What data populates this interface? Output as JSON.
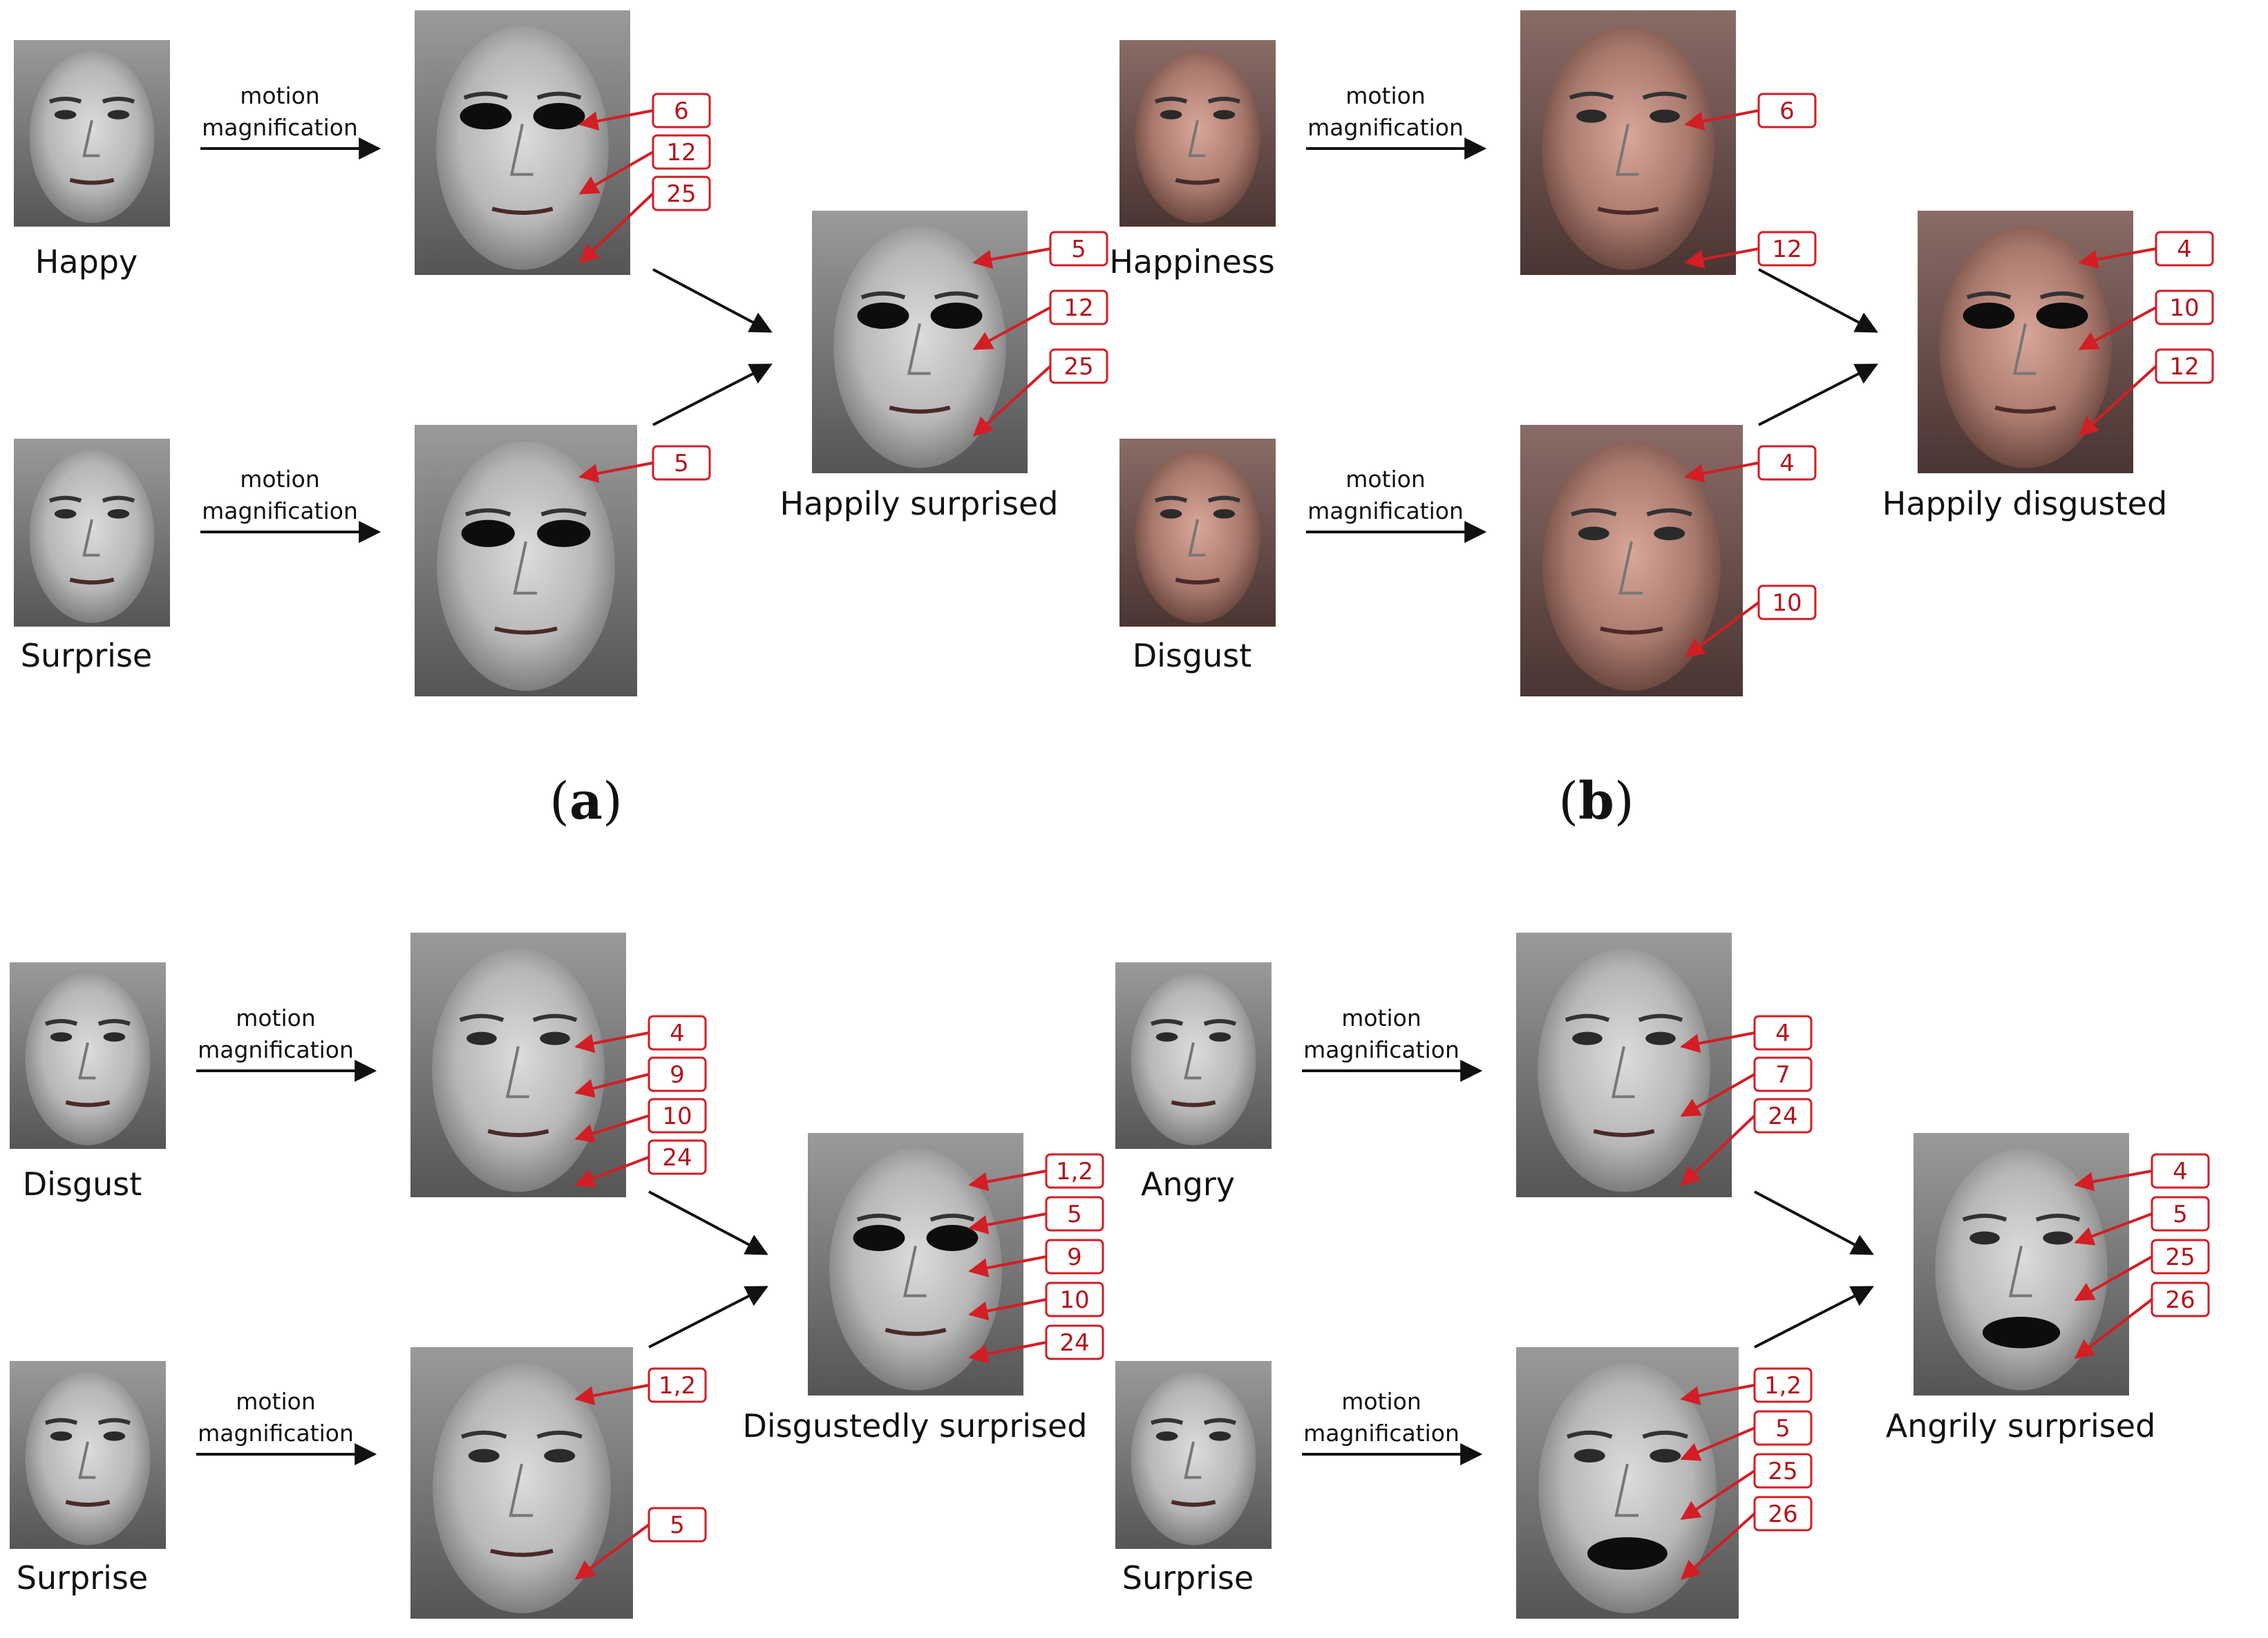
{
  "colors": {
    "au_red": "#d21e24",
    "au_text": "#b3141c",
    "arrow": "#111111"
  },
  "panels": [
    {
      "id": "a",
      "label": "a",
      "top_face": {
        "label": "Happy",
        "tone": "gray"
      },
      "bottom_face": {
        "label": "Surprise",
        "tone": "gray"
      },
      "motion_top": [
        "motion",
        "magnification"
      ],
      "motion_bottom": [
        "motion",
        "magnification"
      ],
      "top_aus": [
        "6",
        "12",
        "25"
      ],
      "bottom_aus": [
        "5"
      ],
      "result": {
        "label": "Happily surprised",
        "aus": [
          "5",
          "12",
          "25"
        ]
      }
    },
    {
      "id": "b",
      "label": "b",
      "top_face": {
        "label": "Happiness",
        "tone": "color"
      },
      "bottom_face": {
        "label": "Disgust",
        "tone": "color"
      },
      "motion_top": [
        "motion",
        "magnification"
      ],
      "motion_bottom": [
        "motion",
        "magnification"
      ],
      "top_aus": [
        "6",
        "12"
      ],
      "bottom_aus": [
        "4",
        "10"
      ],
      "result": {
        "label": "Happily disgusted",
        "aus": [
          "4",
          "10",
          "12"
        ]
      }
    },
    {
      "id": "c",
      "label": "",
      "top_face": {
        "label": "Disgust",
        "tone": "gray"
      },
      "bottom_face": {
        "label": "Surprise",
        "tone": "gray"
      },
      "motion_top": [
        "motion",
        "magnification"
      ],
      "motion_bottom": [
        "motion",
        "magnification"
      ],
      "top_aus": [
        "4",
        "9",
        "10",
        "24"
      ],
      "bottom_aus": [
        "1,2",
        "5"
      ],
      "result": {
        "label": "Disgustedly surprised",
        "aus": [
          "1,2",
          "5",
          "9",
          "10",
          "24"
        ]
      }
    },
    {
      "id": "d",
      "label": "",
      "top_face": {
        "label": "Angry",
        "tone": "gray"
      },
      "bottom_face": {
        "label": "Surprise",
        "tone": "gray"
      },
      "motion_top": [
        "motion",
        "magnification"
      ],
      "motion_bottom": [
        "motion",
        "magnification"
      ],
      "top_aus": [
        "4",
        "7",
        "24"
      ],
      "bottom_aus": [
        "1,2",
        "5",
        "25",
        "26"
      ],
      "result": {
        "label": "Angrily surprised",
        "aus": [
          "4",
          "5",
          "25",
          "26"
        ]
      }
    }
  ]
}
